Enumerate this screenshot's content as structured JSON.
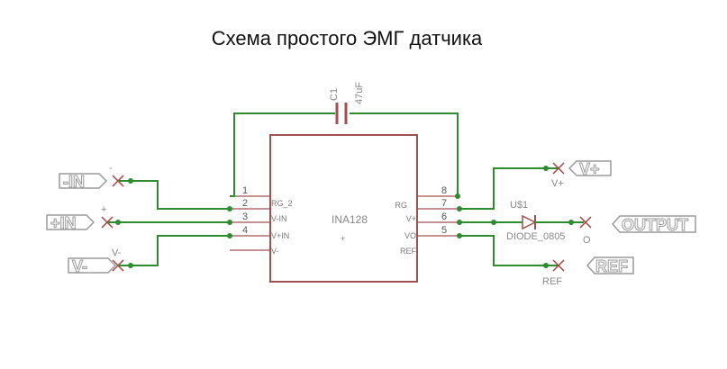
{
  "title": "Схема простого ЭМГ датчика",
  "chip": {
    "name": "INA128",
    "left_pins": [
      {
        "num": "1",
        "label": ""
      },
      {
        "num": "2",
        "label": "RG_2"
      },
      {
        "num": "3",
        "label": "V-IN"
      },
      {
        "num": "4",
        "label": "V+IN"
      },
      {
        "num": "",
        "label": "V-"
      }
    ],
    "right_pins": [
      {
        "num": "8",
        "label": "RG"
      },
      {
        "num": "7",
        "label": "V+"
      },
      {
        "num": "6",
        "label": "VO"
      },
      {
        "num": "5",
        "label": "REF"
      }
    ]
  },
  "capacitor": {
    "name": "C1",
    "value": "47uF"
  },
  "diode": {
    "name": "U$1",
    "value": "DIODE_0805"
  },
  "ports": {
    "minus_in": "-IN",
    "plus_in": "+IN",
    "v_minus": "V-",
    "v_plus": "V+",
    "output": "OUTPUT",
    "ref": "REF"
  },
  "net_labels": {
    "minus_in": "-",
    "plus_in": "+",
    "v_minus": "V-",
    "v_plus": "V+",
    "output": "O",
    "ref": "REF"
  }
}
